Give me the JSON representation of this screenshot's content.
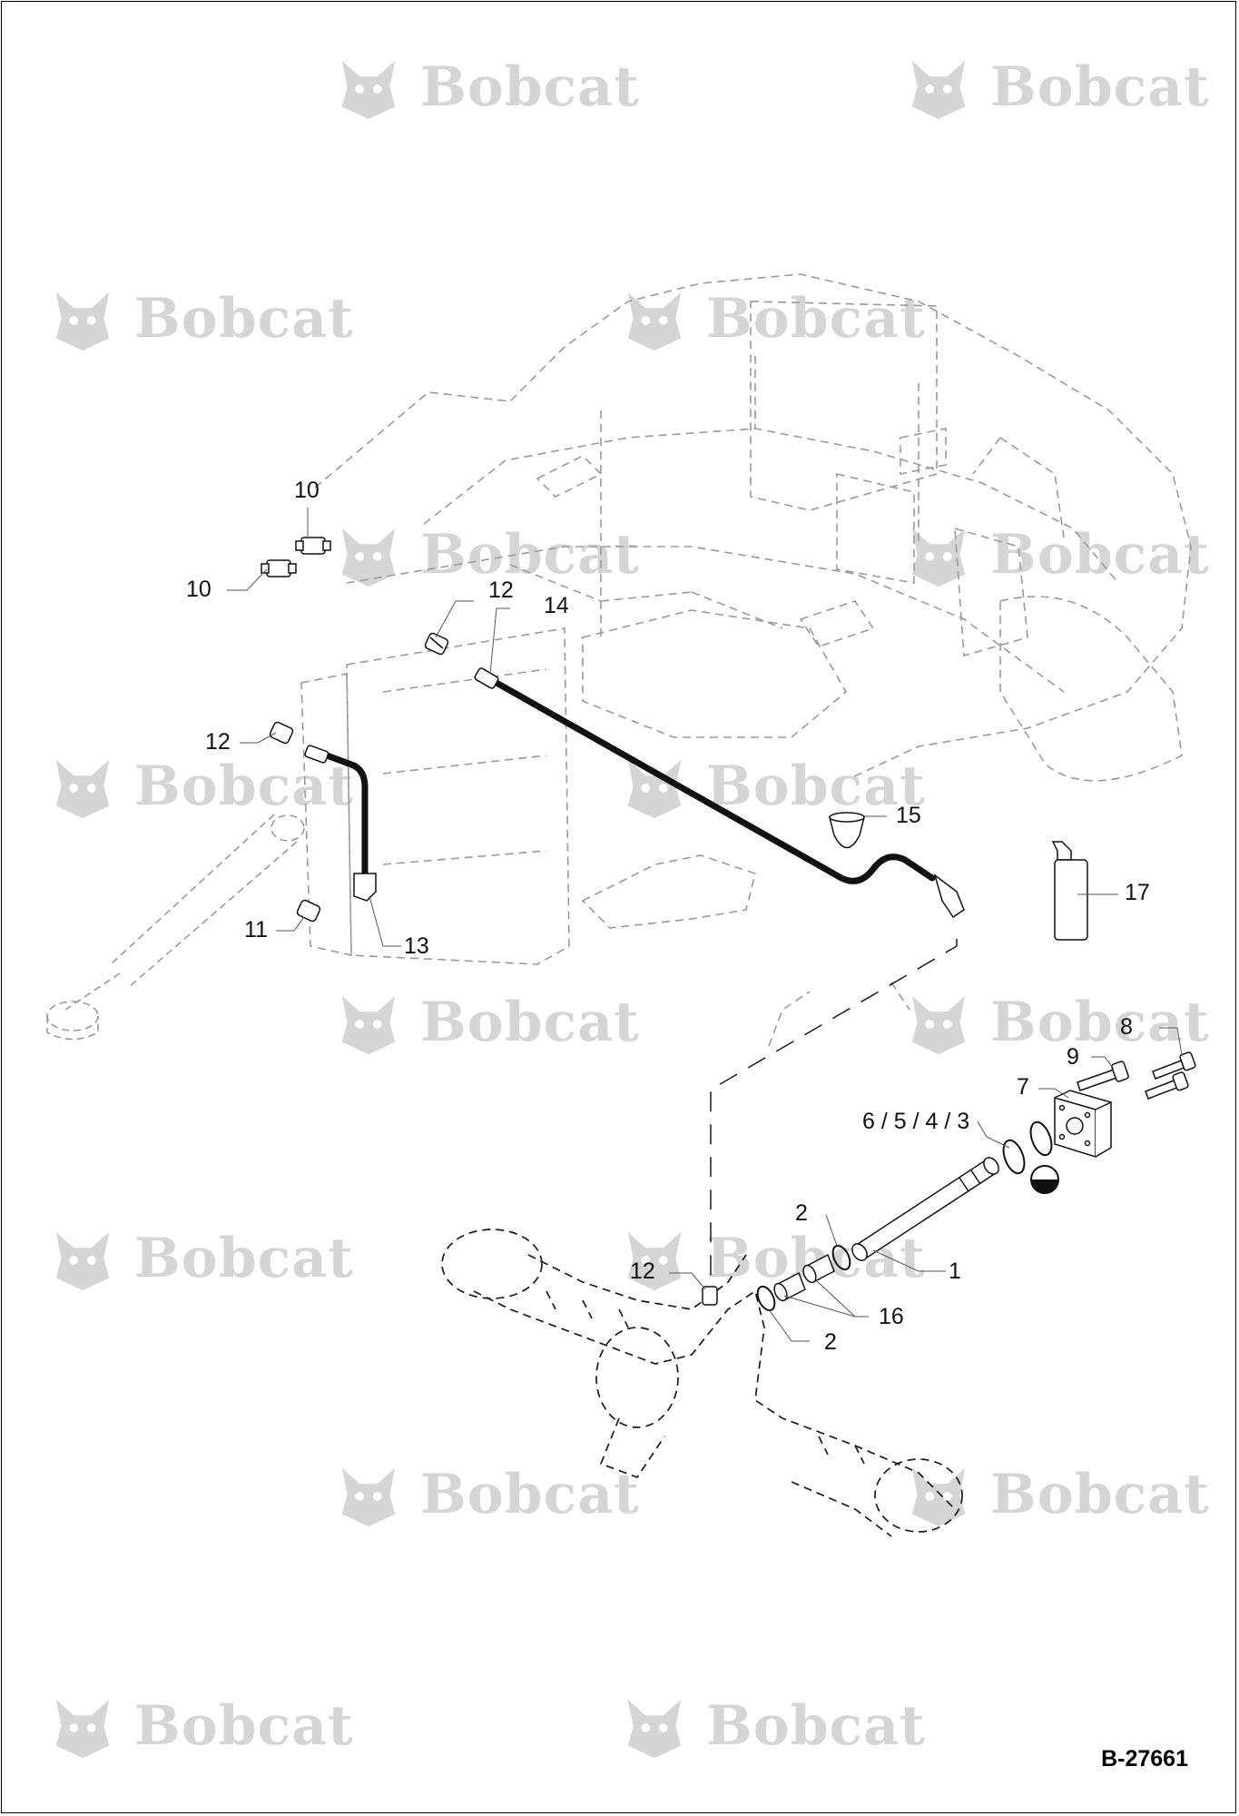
{
  "watermark": {
    "text": "Bobcat"
  },
  "callouts": [
    {
      "id": "c10a",
      "label": "10"
    },
    {
      "id": "c10b",
      "label": "10"
    },
    {
      "id": "c12a",
      "label": "12"
    },
    {
      "id": "c14",
      "label": "14"
    },
    {
      "id": "c12b",
      "label": "12"
    },
    {
      "id": "c15",
      "label": "15"
    },
    {
      "id": "c17",
      "label": "17"
    },
    {
      "id": "c11",
      "label": "11"
    },
    {
      "id": "c13",
      "label": "13"
    },
    {
      "id": "c8",
      "label": "8"
    },
    {
      "id": "c9",
      "label": "9"
    },
    {
      "id": "c7",
      "label": "7"
    },
    {
      "id": "c6543",
      "label": "6 / 5 / 4 / 3"
    },
    {
      "id": "c2a",
      "label": "2"
    },
    {
      "id": "c1",
      "label": "1"
    },
    {
      "id": "c12c",
      "label": "12"
    },
    {
      "id": "c16",
      "label": "16"
    },
    {
      "id": "c2b",
      "label": "2"
    }
  ],
  "drawing_number": "B-27661",
  "colors": {
    "line": "#1a1a1a",
    "ghost": "#9a9a9a",
    "watermark": "#000000"
  },
  "icons": [
    "bobcat-logo-icon",
    "sealant-bottle-icon",
    "half-filled-circle-icon"
  ]
}
